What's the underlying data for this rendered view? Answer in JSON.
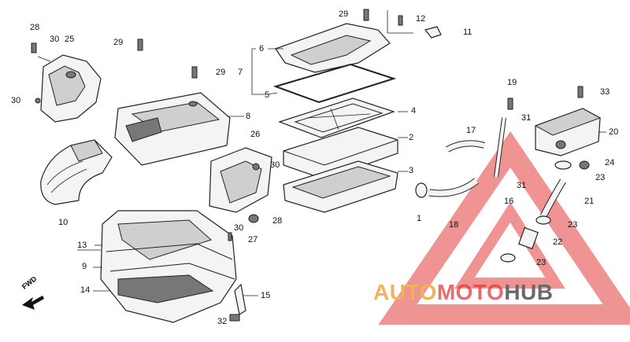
{
  "part_labels": {
    "p1": "1",
    "p2": "2",
    "p3": "3",
    "p4": "4",
    "p5": "5",
    "p6": "6",
    "p7": "7",
    "p8": "8",
    "p9": "9",
    "p10": "10",
    "p11": "11",
    "p12": "12",
    "p13": "13",
    "p14": "14",
    "p15": "15",
    "p16": "16",
    "p17": "17",
    "p18": "18",
    "p19": "19",
    "p20": "20",
    "p21": "21",
    "p22": "22",
    "p23a": "23",
    "p23b": "23",
    "p23c": "23",
    "p24": "24",
    "p25": "25",
    "p26": "26",
    "p27": "27",
    "p28a": "28",
    "p28b": "28",
    "p29a": "29",
    "p29b": "29",
    "p29c": "29",
    "p30a": "30",
    "p30b": "30",
    "p30c": "30",
    "p30d": "30",
    "p31a": "31",
    "p31b": "31",
    "p32": "32",
    "p33": "33"
  },
  "direction_label": "FWD",
  "watermark": {
    "part1": "AUTO",
    "part2": "MOTO",
    "part3": "HUB"
  },
  "colors": {
    "watermark_orange": "#f0b25a",
    "watermark_red": "#e23c3c",
    "watermark_gray": "#6a6a6a",
    "line": "#222222"
  }
}
